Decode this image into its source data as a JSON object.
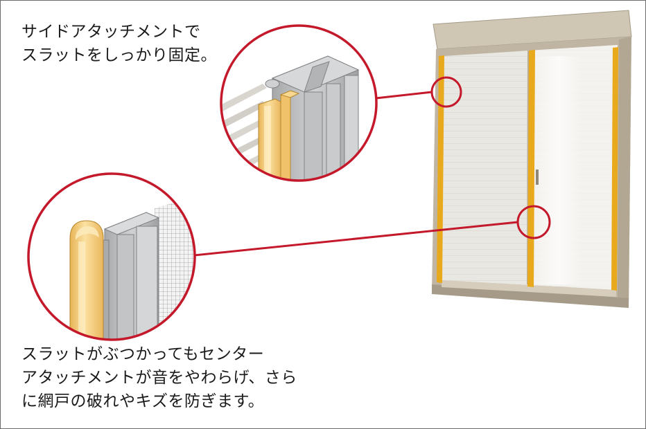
{
  "captions": {
    "top": {
      "line1": "サイドアタッチメントで",
      "line2": "スラットをしっかり固定。"
    },
    "bottom": {
      "line1": "スラットがぶつかってもセンター",
      "line2": "アタッチメントが音をやわらげ、さら",
      "line3": "に網戸の破れやキズを防ぎます。"
    }
  },
  "colors": {
    "callout_red": "#c4182b",
    "attachment_yellow": "#f2c36a",
    "frame_beige": "#c3b9a6",
    "profile_gray": "#b4b6b8"
  },
  "icons": {
    "side_attachment": "side-attachment-closeup",
    "center_attachment": "center-attachment-closeup",
    "window": "screen-window-illustration"
  }
}
